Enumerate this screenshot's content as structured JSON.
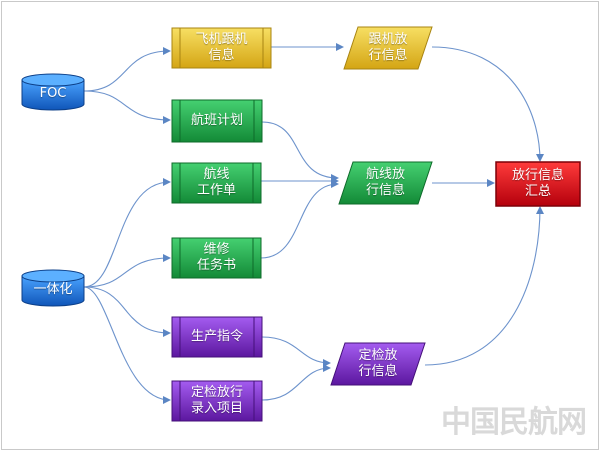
{
  "nodes": {
    "foc": {
      "label": "FOC",
      "color": "#1f6fd6"
    },
    "yitihua": {
      "label": "一体化",
      "color": "#1f6fd6"
    },
    "feiji_genji": {
      "line1": "飞机跟机",
      "line2": "信息",
      "color": "#e7c11f"
    },
    "hangban_jihua": {
      "line1": "航班计划",
      "color": "#1faa4a"
    },
    "hangxian_gongzuodan": {
      "line1": "航线",
      "line2": "工作单",
      "color": "#1faa4a"
    },
    "weixiu_renwushu": {
      "line1": "维修",
      "line2": "任务书",
      "color": "#1faa4a"
    },
    "shengchan_zhiling": {
      "line1": "生产指令",
      "color": "#7a27c9"
    },
    "dingjian_luru": {
      "line1": "定检放行",
      "line2": "录入项目",
      "color": "#7a27c9"
    },
    "genji_fangxing": {
      "line1": "跟机放",
      "line2": "行信息",
      "color": "#e7c11f"
    },
    "hangxian_fangxing": {
      "line1": "航线放",
      "line2": "行信息",
      "color": "#1faa4a"
    },
    "dingjian_fangxing": {
      "line1": "定检放",
      "line2": "行信息",
      "color": "#7a27c9"
    },
    "fangxing_huizong": {
      "line1": "放行信息",
      "line2": "汇总",
      "color": "#d80f1a"
    }
  },
  "watermark": "中国民航网"
}
